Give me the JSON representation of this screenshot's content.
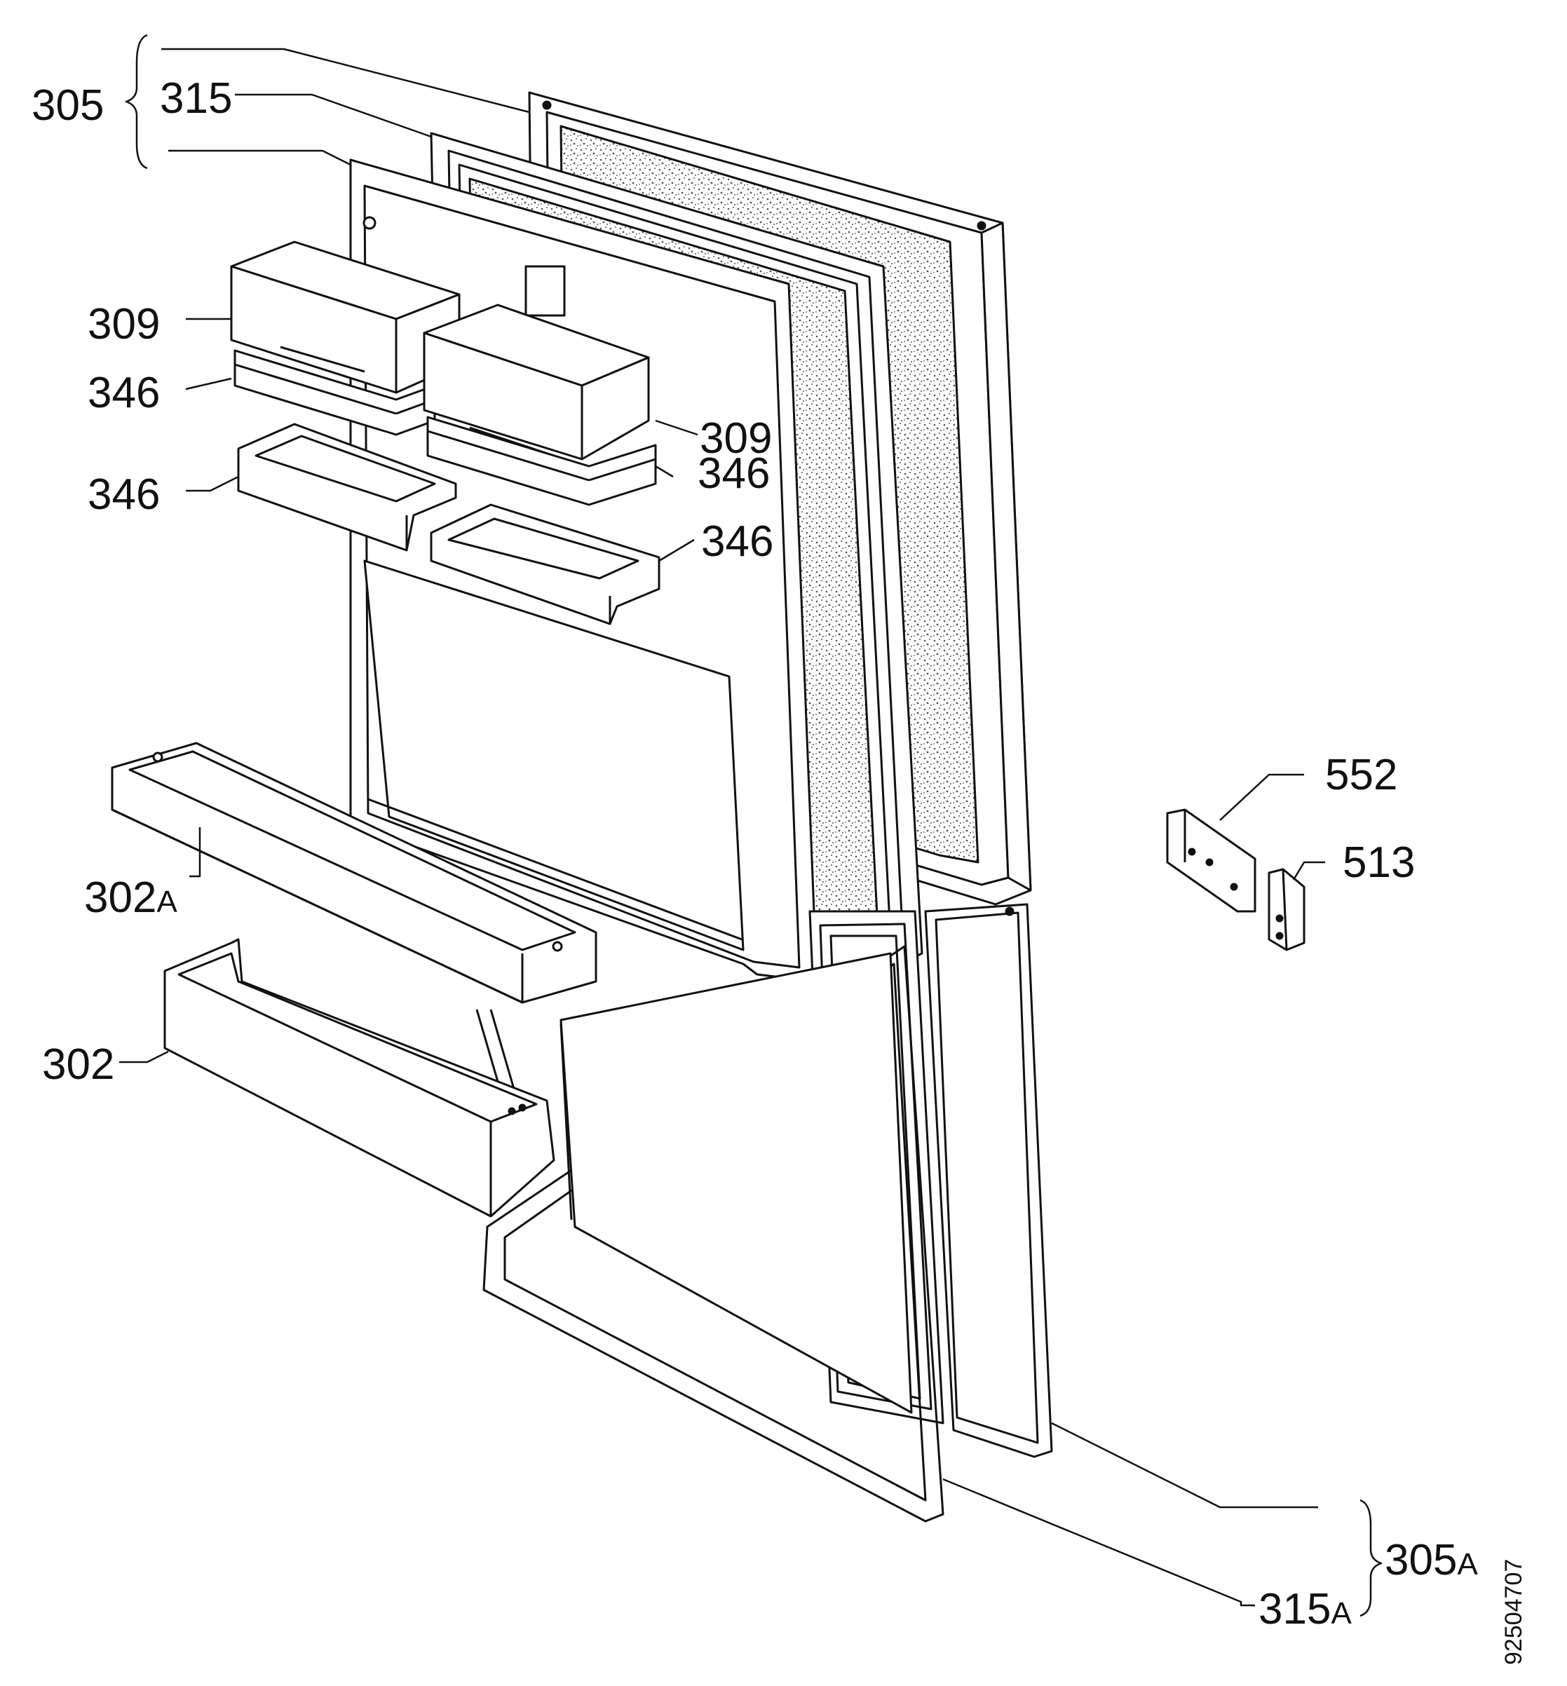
{
  "diagram": {
    "labels": {
      "p305": "305",
      "p315": "315",
      "p309_left": "309",
      "p346_left_upper": "346",
      "p346_left_lower": "346",
      "p309_right": "309",
      "p346_right_upper": "346",
      "p346_right_lower": "346",
      "p302a": "302",
      "p302a_suffix": "A",
      "p302": "302",
      "p552": "552",
      "p513": "513",
      "p305a": "305",
      "p305a_suffix": "A",
      "p315a": "315",
      "p315a_suffix": "A"
    },
    "document_number": "92504707",
    "colors": {
      "line": "#111111",
      "background": "#ffffff",
      "texture": "#555555"
    }
  }
}
